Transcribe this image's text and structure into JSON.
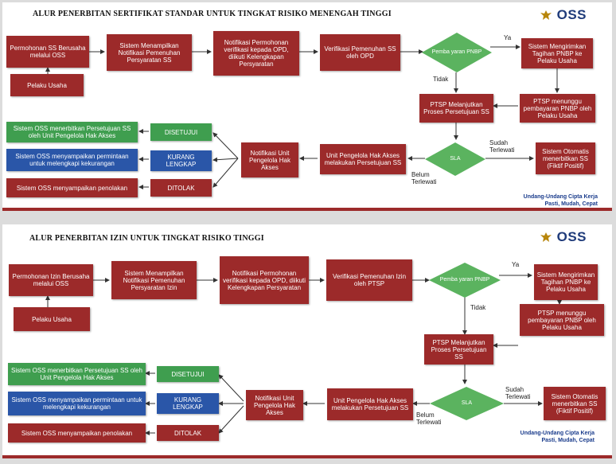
{
  "logo": {
    "name": "OSS"
  },
  "colors": {
    "red": "#9c2a2a",
    "green": "#3f9e4f",
    "blue": "#2a56a8",
    "diamond": "#5bb35f"
  },
  "flow1": {
    "title": "ALUR PENERBITAN SERTIFIKAT STANDAR UNTUK TINGKAT RISIKO MENENGAH TINGGI",
    "boxes": {
      "permohonan": "Permohonan SS Berusaha melalui OSS",
      "pelaku": "Pelaku Usaha",
      "menampilkan": "Sistem Menampilkan Notifikasi Pemenuhan Persyaratan SS",
      "notif_permohonan": "Notifikasi Permohonan verifikasi kepada OPD, diikuti Kelengkapan Persyaratan",
      "verifikasi": "Verifikasi Pemenuhan SS oleh OPD",
      "mengirimkan": "Sistem Mengirimkan Tagihan PNBP ke Pelaku Usaha",
      "menunggu": "PTSP menunggu pembayaran PNBP oleh Pelaku Usaha",
      "melanjutkan": "PTSP Melanjutkan Proses Persetujuan SS",
      "otomatis": "Sistem Otomatis menerbitkan SS (Fiktif Positif)",
      "unit": "Unit Pengelola Hak Akses melakukan Persetujuan SS",
      "notif_unit": "Notifikasi Unit Pengelola Hak Akses",
      "disetujui": "DISETUJUI",
      "kurang": "KURANG LENGKAP",
      "ditolak": "DITOLAK",
      "terbit": "Sistem OSS menerbitkan Persetujuan SS oleh Unit Pengelola Hak Akses",
      "minta": "Sistem OSS menyampaikan permintaan untuk melengkapi kekurangan",
      "tolak": "Sistem OSS menyampaikan penolakan"
    },
    "diamonds": {
      "pnbp": "Pemba yaran PNBP",
      "sla": "SLA"
    },
    "labels": {
      "ya": "Ya",
      "tidak": "Tidak",
      "sudah": "Sudah Terlewati",
      "belum": "Belum Terlewati"
    },
    "footer": {
      "line1": "Undang-Undang Cipta Kerja",
      "line2": "Pasti, Mudah, Cepat"
    }
  },
  "flow2": {
    "title": "ALUR PENERBITAN IZIN UNTUK TINGKAT RISIKO TINGGI",
    "boxes": {
      "permohonan": "Permohonan Izin Berusaha melalui OSS",
      "pelaku": "Pelaku Usaha",
      "menampilkan": "Sistem Menampilkan Notifikasi Pemenuhan Persyaratan Izin",
      "notif_permohonan": "Notifikasi Permohonan verifikasi kepada OPD, diikuti Kelengkapan Persyaratan",
      "verifikasi": "Verifikasi Pemenuhan Izin oleh PTSP",
      "mengirimkan": "Sistem Mengirimkan Tagihan PNBP ke Pelaku Usaha",
      "menunggu": "PTSP menunggu pembayaran PNBP oleh Pelaku Usaha",
      "melanjutkan": "PTSP Melanjutkan Proses Persetujuan SS",
      "otomatis": "Sistem Otomatis menerbitkan SS (Fiktif Positif)",
      "unit": "Unit Pengelola Hak Akses melakukan Persetujuan SS",
      "notif_unit": "Notifikasi Unit Pengelola Hak Akses",
      "disetujui": "DISETUJUI",
      "kurang": "KURANG LENGKAP",
      "ditolak": "DITOLAK",
      "terbit": "Sistem OSS menerbitkan Persetujuan SS oleh Unit Pengelola Hak Akses",
      "minta": "Sistem OSS menyampaikan permintaan untuk melengkapi kekurangan",
      "tolak": "Sistem OSS menyampaikan penolakan"
    },
    "diamonds": {
      "pnbp": "Pemba yaran PNBP",
      "sla": "SLA"
    },
    "labels": {
      "ya": "Ya",
      "tidak": "Tidak",
      "sudah": "Sudah Terlewati",
      "belum": "Belum Terlewati"
    },
    "footer": {
      "line1": "Undang-Undang Cipta Kerja",
      "line2": "Pasti, Mudah, Cepat"
    }
  }
}
